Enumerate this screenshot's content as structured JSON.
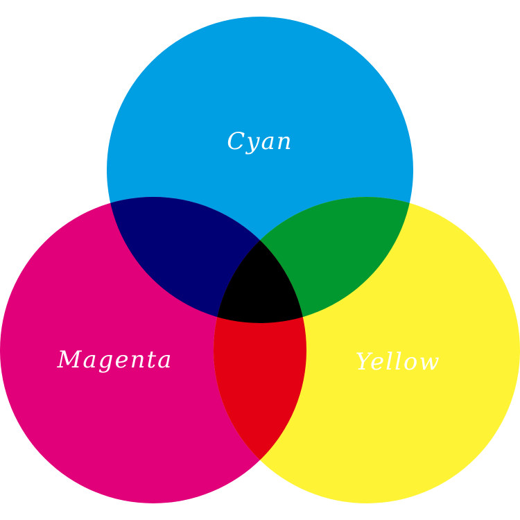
{
  "diagram": {
    "labels": {
      "cyan": "Cyan",
      "magenta": "Magenta",
      "yellow": "Yellow"
    }
  },
  "colors": {
    "background": "#ffffff",
    "cyan": "#009EE3",
    "magenta": "#E2007A",
    "yellow": "#FFF335",
    "cyan_magenta_overlap": "#000074",
    "cyan_yellow_overlap": "#00982F",
    "magenta_yellow_overlap": "#E20012",
    "center_overlap": "#000000",
    "label_text": "#ffffff"
  }
}
